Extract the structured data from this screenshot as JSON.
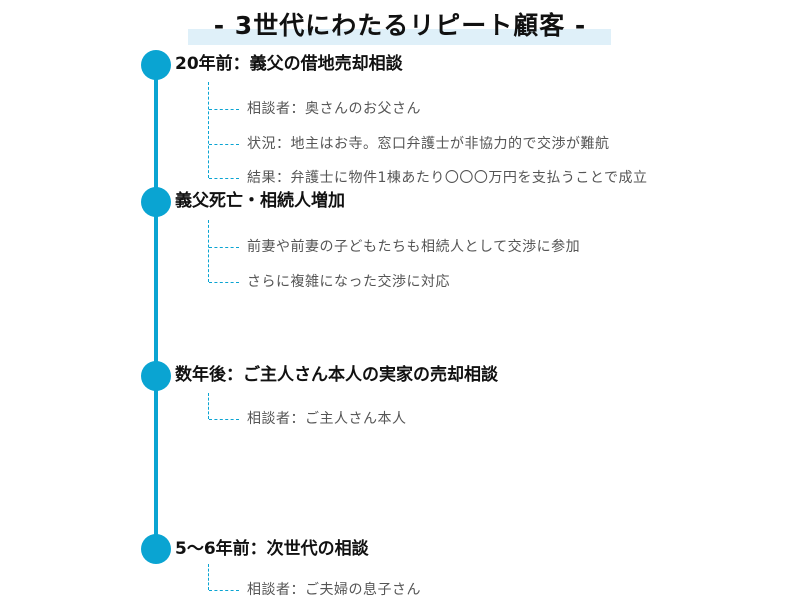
{
  "title": "- 3世代にわたるリピート顧客 -",
  "colors": {
    "accent": "#0aa4d2",
    "title_band": "#dff0f9"
  },
  "events": [
    {
      "heading": "20年前：義父の借地売却相談",
      "items": [
        "相談者：奥さんのお父さん",
        "状況：地主はお寺。窓口弁護士が非協力的で交渉が難航",
        "結果：弁護士に物件1棟あたり〇〇〇万円を支払うことで成立"
      ]
    },
    {
      "heading": "義父死亡・相続人増加",
      "items": [
        "前妻や前妻の子どもたちも相続人として交渉に参加",
        "さらに複雑になった交渉に対応"
      ]
    },
    {
      "heading": "数年後：ご主人さん本人の実家の売却相談",
      "items": [
        "相談者：ご主人さん本人"
      ]
    },
    {
      "heading": "5〜6年前：次世代の相談",
      "items": [
        "相談者：ご夫婦の息子さん"
      ]
    }
  ]
}
